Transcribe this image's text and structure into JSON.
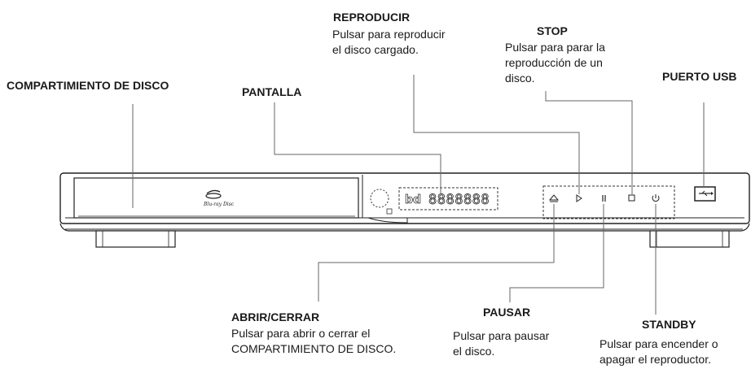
{
  "labels": {
    "reproducir": {
      "title": "REPRODUCIR",
      "lines": [
        "Pulsar para reproducir",
        "el disco cargado."
      ]
    },
    "stop": {
      "title": "STOP",
      "lines": [
        "Pulsar para parar la",
        "reproducción de un",
        "disco."
      ]
    },
    "puerto_usb": {
      "title": "PUERTO USB"
    },
    "compartimiento": {
      "title": "COMPARTIMIENTO DE DISCO"
    },
    "pantalla": {
      "title": "PANTALLA"
    },
    "abrir_cerrar": {
      "title": "ABRIR/CERRAR",
      "lines": [
        "Pulsar para abrir o cerrar el",
        "COMPARTIMIENTO DE DISCO."
      ]
    },
    "pausar": {
      "title": "PAUSAR",
      "lines": [
        "Pulsar para pausar",
        "el disco."
      ]
    },
    "standby": {
      "title": "STANDBY",
      "lines": [
        "Pulsar para encender o",
        "apagar el reproductor."
      ]
    }
  },
  "device": {
    "logo_text": "Blu-ray Disc",
    "display_logo": "bd",
    "display_digits": "8888888"
  }
}
